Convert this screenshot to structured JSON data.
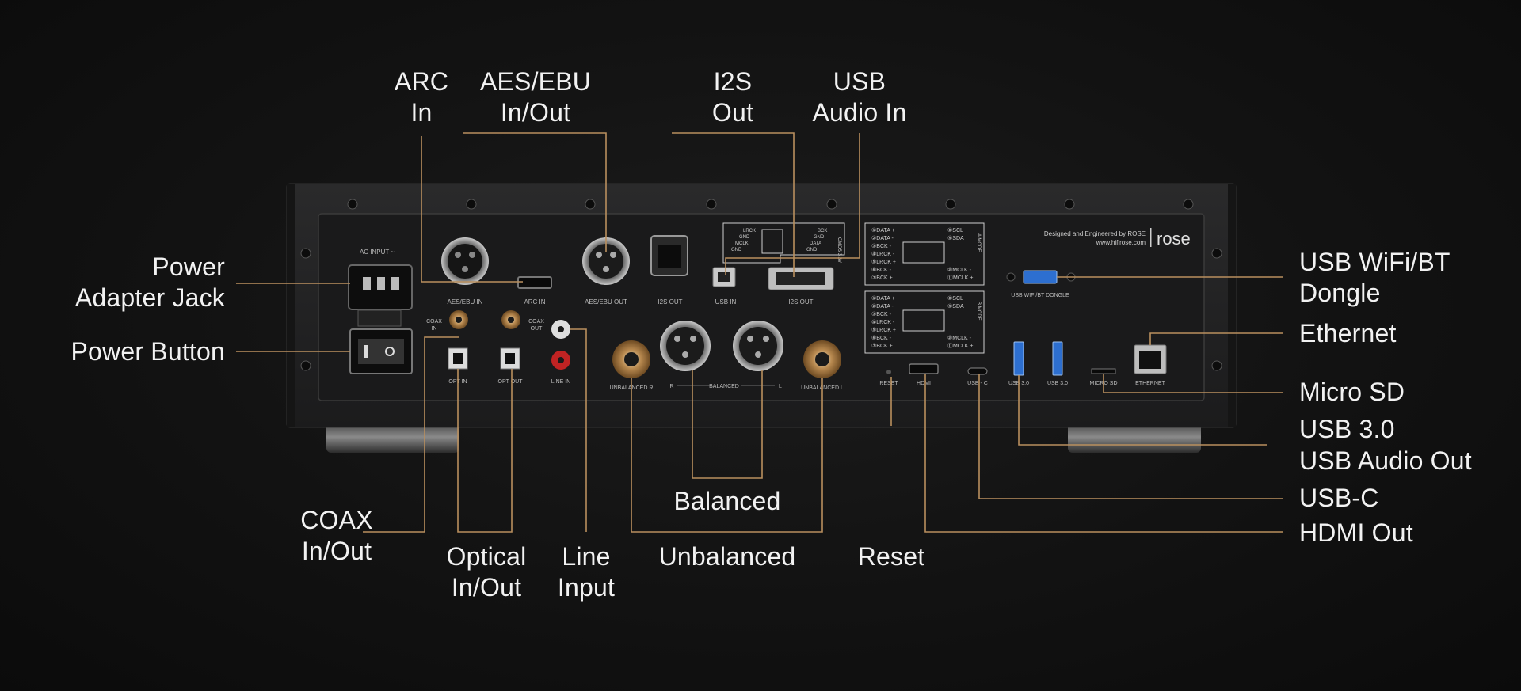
{
  "colors": {
    "background": "#111111",
    "leader_line": "#b98f5e",
    "label_text": "#f2f2f2",
    "chassis": "#1e1e1f",
    "panel_text": "#bdbdbd"
  },
  "callouts": {
    "arc_in": [
      "ARC",
      "In"
    ],
    "aes_ebu": [
      "AES/EBU",
      "In/Out"
    ],
    "i2s_out": [
      "I2S",
      "Out"
    ],
    "usb_audio_in": [
      "USB",
      "Audio In"
    ],
    "power_adapter": [
      "Power",
      "Adapter Jack"
    ],
    "power_button": [
      "Power Button"
    ],
    "coax": [
      "COAX",
      "In/Out"
    ],
    "optical": [
      "Optical",
      "In/Out"
    ],
    "line_input": [
      "Line",
      "Input"
    ],
    "balanced": [
      "Balanced"
    ],
    "unbalanced": [
      "Unbalanced"
    ],
    "reset": [
      "Reset"
    ],
    "usb_wifi_bt": [
      "USB WiFi/BT",
      "Dongle"
    ],
    "ethernet": [
      "Ethernet"
    ],
    "micro_sd": [
      "Micro SD"
    ],
    "usb_30": [
      "USB 3.0"
    ],
    "usb_audio_out": [
      "USB Audio Out"
    ],
    "usb_c": [
      "USB-C"
    ],
    "hdmi_out": [
      "HDMI Out"
    ]
  },
  "panel": {
    "ac_input": "AC INPUT ~",
    "aes_ebu_in": "AES/EBU IN",
    "arc_in": "ARC IN",
    "aes_ebu_out": "AES/EBU OUT",
    "i2s_out_rj": "I2S OUT",
    "usb_in": "USB IN",
    "i2s_out_dvi": "I2S OUT",
    "coax_in": [
      "COAX",
      "IN"
    ],
    "coax_out": [
      "COAX",
      "OUT"
    ],
    "opt_in": "OPT IN",
    "opt_out": "OPT OUT",
    "line_in": "LINE IN",
    "unbalanced_r": "UNBALANCED R",
    "balanced_r": "R",
    "balanced": "BALANCED",
    "balanced_l": "L",
    "unbalanced_l": "UNBALANCED L",
    "reset": "RESET",
    "hdmi": "HDMI",
    "usb_c": "USB - C",
    "usb_30_a": "USB 3.0",
    "usb_30_b": "USB 3.0",
    "micro_sd": "MICRO SD",
    "ethernet": "ETHERNET",
    "usb_wifi_dongle": "USB WIFI/BT DONGLE",
    "designed_by": "Designed and Engineered by ROSE",
    "website": "www.hifirose.com",
    "brand": "rose",
    "cmos": "CMOS 3.3V",
    "a_mode": "A MODE",
    "b_mode": "B MODE",
    "rj_pins": [
      "LRCK",
      "GND",
      "MCLK",
      "GND",
      "BCK",
      "GND",
      "DATA",
      "GND"
    ],
    "mode_left_pins": [
      "①DATA +",
      "②DATA -",
      "③BCK -",
      "④LRCK -",
      "⑤LRCK +",
      "⑥BCK -",
      "⑦BCK +"
    ],
    "mode_right_pins": [
      "⑧SCL",
      "⑨SDA",
      "⑩MCLK -",
      "⑪MCLK +"
    ]
  }
}
